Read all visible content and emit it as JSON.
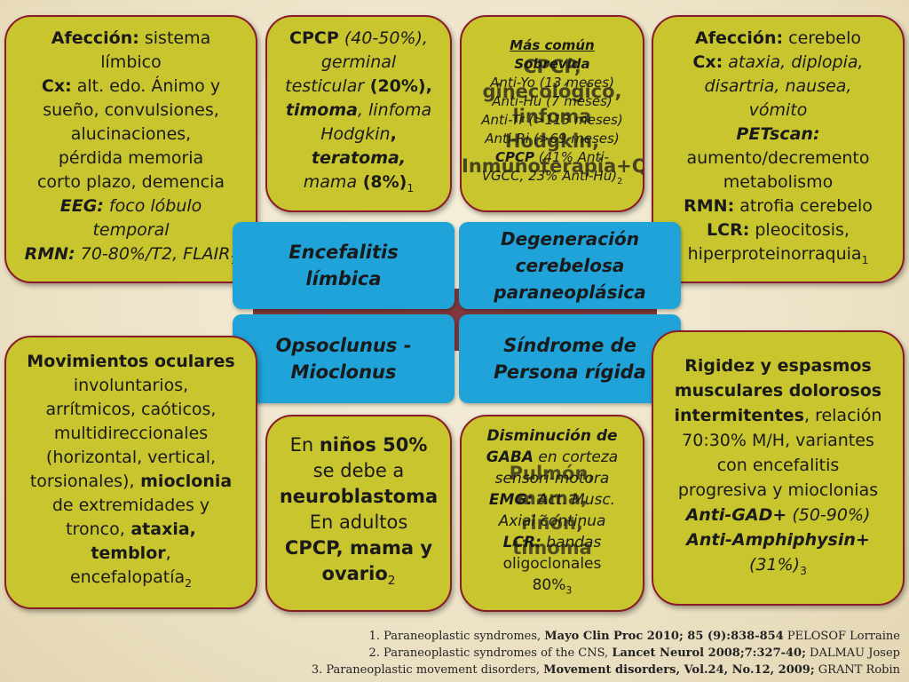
{
  "top_left": {
    "lines": [
      [
        {
          "t": "Afección:",
          "b": true
        },
        {
          "t": " sistema"
        }
      ],
      [
        {
          "t": "límbico"
        }
      ],
      [
        {
          "t": "Cx:",
          "b": true
        },
        {
          "t": " alt. edo. Ánimo y"
        }
      ],
      [
        {
          "t": "sueño, convulsiones,"
        }
      ],
      [
        {
          "t": "alucinaciones,"
        }
      ],
      [
        {
          "t": "pérdida memoria"
        }
      ],
      [
        {
          "t": "corto plazo, demencia"
        }
      ],
      [
        {
          "t": "EEG:",
          "b": true,
          "i": true
        },
        {
          "t": " foco lóbulo",
          "i": true
        }
      ],
      [
        {
          "t": "temporal",
          "i": true
        }
      ],
      [
        {
          "t": "RMN:",
          "b": true,
          "i": true
        },
        {
          "t": " 70-80%/T2, FLAIR",
          "i": true
        },
        {
          "t": "1",
          "sub": true
        }
      ]
    ]
  },
  "top_mid_left": {
    "lines": [
      [
        {
          "t": "CPCP",
          "b": true
        },
        {
          "t": " (40-50%),",
          "i": true
        }
      ],
      [
        {
          "t": "germinal",
          "i": true
        }
      ],
      [
        {
          "t": "testicular",
          "i": true
        },
        {
          "t": " (20%),",
          "b": true
        }
      ],
      [
        {
          "t": "timoma",
          "b": true,
          "i": true
        },
        {
          "t": ", linfoma",
          "i": true
        }
      ],
      [
        {
          "t": "Hodgkin",
          "i": true
        },
        {
          "t": ",",
          "b": true
        }
      ],
      [
        {
          "t": "teratoma,",
          "b": true,
          "i": true
        }
      ],
      [
        {
          "t": "mama",
          "i": true
        },
        {
          "t": " (8%)",
          "b": true
        },
        {
          "t": "1",
          "sub": true
        }
      ]
    ]
  },
  "top_mid_right": {
    "lines": [
      [
        {
          "t": "Más común",
          "b": true,
          "i": true,
          "u": true
        }
      ],
      [
        {
          "t": "Sobrevida",
          "b": true,
          "i": true
        }
      ],
      [
        {
          "t": "Anti-Yo (13 meses)",
          "i": true
        }
      ],
      [
        {
          "t": "Anti-Hu (7 meses)",
          "i": true
        }
      ],
      [
        {
          "t": "Anti-Tr (>113 meses)",
          "i": true
        }
      ],
      [
        {
          "t": "Anti-Ri (>69 meses)",
          "i": true
        }
      ],
      [
        {
          "t": "CPCP",
          "b": true,
          "i": true
        },
        {
          "t": " (41% Anti-",
          "i": true
        }
      ],
      [
        {
          "t": "VGCC, 23% Anti-Hu)",
          "i": true
        },
        {
          "t": "2",
          "sub": true
        }
      ]
    ],
    "overlay": [
      "CPCP,",
      "ginecológico,",
      "linfoma",
      "Hodgkin,",
      "Inmunoterapia+QT"
    ]
  },
  "top_right": {
    "lines": [
      [
        {
          "t": "Afección:",
          "b": true
        },
        {
          "t": " cerebelo"
        }
      ],
      [
        {
          "t": "Cx:",
          "b": true
        },
        {
          "t": " ataxia, diplopia,",
          "i": true
        }
      ],
      [
        {
          "t": "disartria, nausea,",
          "i": true
        }
      ],
      [
        {
          "t": "vómito",
          "i": true
        }
      ],
      [
        {
          "t": "PETscan:",
          "b": true,
          "i": true
        }
      ],
      [
        {
          "t": "aumento/decremento"
        }
      ],
      [
        {
          "t": "metabolismo"
        }
      ],
      [
        {
          "t": "RMN:",
          "b": true
        },
        {
          "t": " atrofia cerebelo"
        }
      ],
      [
        {
          "t": "LCR:",
          "b": true
        },
        {
          "t": " pleocitosis,"
        }
      ],
      [
        {
          "t": "hiperproteinorraquia"
        },
        {
          "t": "1",
          "sub": true
        }
      ]
    ]
  },
  "blue_boxes": {
    "limbic": [
      "Encefalitis",
      "límbica"
    ],
    "cerebellar": [
      "Degeneración",
      "cerebelosa",
      "paraneoplásica"
    ],
    "opsoclonus": [
      "Opsoclunus -",
      "Mioclonus"
    ],
    "stiff": [
      "Síndrome de",
      "Persona rígida"
    ]
  },
  "bottom_left": {
    "lines": [
      [
        {
          "t": "Movimientos oculares",
          "b": true
        }
      ],
      [
        {
          "t": "involuntarios,"
        }
      ],
      [
        {
          "t": "arrítmicos, caóticos,"
        }
      ],
      [
        {
          "t": "multidireccionales"
        }
      ],
      [
        {
          "t": "(horizontal, vertical,"
        }
      ],
      [
        {
          "t": "torsionales),"
        },
        {
          "t": " mioclonia",
          "b": true
        }
      ],
      [
        {
          "t": "de extremidades y"
        }
      ],
      [
        {
          "t": "tronco,"
        },
        {
          "t": " ataxia,",
          "b": true
        }
      ],
      [
        {
          "t": "temblor",
          "b": true
        },
        {
          "t": ","
        }
      ],
      [
        {
          "t": "encefalopatía"
        },
        {
          "t": "2",
          "sub": true
        }
      ]
    ]
  },
  "bottom_mid_left": {
    "lines": [
      [
        {
          "t": "En "
        },
        {
          "t": "niños 50%",
          "b": true
        }
      ],
      [
        {
          "t": "se debe a"
        }
      ],
      [
        {
          "t": "neuroblastoma",
          "b": true
        }
      ],
      [
        {
          "t": "En adultos"
        }
      ],
      [
        {
          "t": "CPCP, mama y",
          "b": true
        }
      ],
      [
        {
          "t": "ovario",
          "b": true
        },
        {
          "t": "2",
          "sub": true
        }
      ]
    ]
  },
  "bottom_mid_right": {
    "lines": [
      [
        {
          "t": "Disminución de",
          "b": true,
          "i": true
        }
      ],
      [
        {
          "t": "GABA",
          "b": true,
          "i": true
        },
        {
          "t": " en corteza",
          "i": true
        }
      ],
      [
        {
          "t": "sensori-motora",
          "i": true
        }
      ],
      [
        {
          "t": "EMG:",
          "b": true,
          "i": true
        },
        {
          "t": " Act. Musc.",
          "i": true
        }
      ],
      [
        {
          "t": "Axial continua",
          "i": true
        }
      ],
      [
        {
          "t": "LCR:",
          "b": true,
          "i": true
        },
        {
          "t": " bandas",
          "i": true
        }
      ],
      [
        {
          "t": "oligoclonales"
        }
      ],
      [
        {
          "t": "80%"
        },
        {
          "t": "3",
          "sub": true
        }
      ]
    ],
    "overlay": [
      "Pulmón,",
      "mama,",
      "riñón,",
      "timoma"
    ]
  },
  "bottom_right": {
    "lines": [
      [
        {
          "t": "Rigidez y espasmos",
          "b": true
        }
      ],
      [
        {
          "t": "musculares dolorosos",
          "b": true
        }
      ],
      [
        {
          "t": "intermitentes",
          "b": true
        },
        {
          "t": ", relación"
        }
      ],
      [
        {
          "t": "70:30% M/H, variantes"
        }
      ],
      [
        {
          "t": "con encefalitis"
        }
      ],
      [
        {
          "t": "progresiva y mioclonias"
        }
      ],
      [
        {
          "t": " "
        }
      ],
      [
        {
          "t": "Anti-GAD+",
          "b": true,
          "i": true
        },
        {
          "t": " (50-90%)",
          "i": true
        }
      ],
      [
        {
          "t": "Anti-Amphiphysin+",
          "b": true,
          "i": true
        }
      ],
      [
        {
          "t": "(31%)",
          "i": true
        },
        {
          "t": "3",
          "sub": true
        }
      ]
    ]
  },
  "footer": [
    [
      {
        "t": "1. Paraneoplastic syndromes, "
      },
      {
        "t": "Mayo Clin Proc 2010; 85 (9):838-854",
        "b": true
      },
      {
        "t": " PELOSOF Lorraine"
      }
    ],
    [
      {
        "t": "2. Paraneoplastic syndromes of the CNS, "
      },
      {
        "t": "Lancet Neurol 2008;7:327-40;",
        "b": true
      },
      {
        "t": " DALMAU Josep"
      }
    ],
    [
      {
        "t": "3. Paraneoplastic movement disorders, "
      },
      {
        "t": "Movement disorders, Vol.24, No.12, 2009;",
        "b": true
      },
      {
        "t": " GRANT Robin"
      }
    ]
  ]
}
